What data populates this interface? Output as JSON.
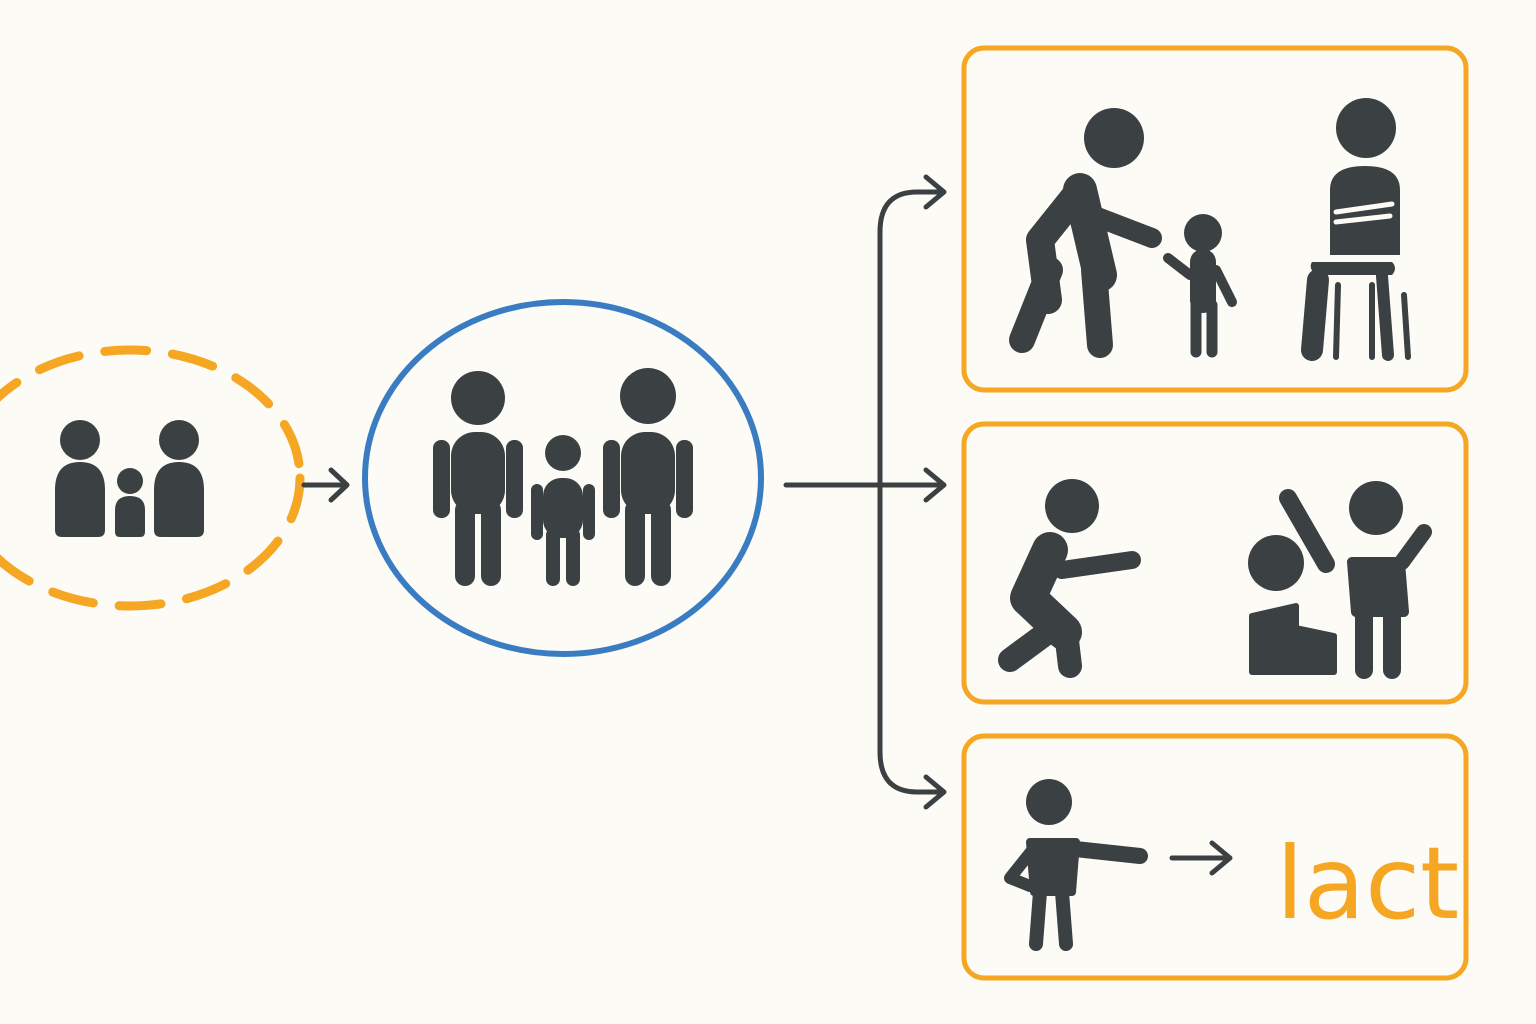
{
  "colors": {
    "background": "#fcfbf6",
    "figure": "#3b4042",
    "accent_orange": "#f5a623",
    "accent_blue": "#3a7cc2"
  },
  "nodes": [
    {
      "name": "small-family-group",
      "border": "dashed-orange-ellipse",
      "icon": "family-icon"
    },
    {
      "name": "family-group",
      "border": "solid-blue-ellipse",
      "icon": "family-standing-icon"
    }
  ],
  "panels": [
    {
      "name": "caregiving-behaviors",
      "icons": [
        "adult-guiding-child-icon",
        "seated-adult-arms-crossed-icon"
      ]
    },
    {
      "name": "interaction-behaviors",
      "icons": [
        "crouching-reaching-icon",
        "raised-hand-pair-icon"
      ]
    },
    {
      "name": "action-outcome",
      "icons": [
        "pointing-person-icon",
        "arrow-right-icon"
      ],
      "label": "lact"
    }
  ]
}
